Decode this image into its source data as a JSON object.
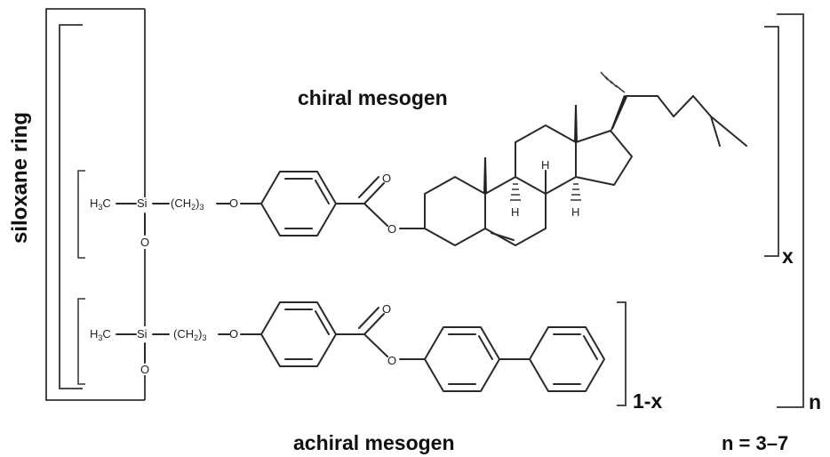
{
  "labels": {
    "siloxane_ring": "siloxane ring",
    "chiral_mesogen": "chiral mesogen",
    "achiral_mesogen": "achiral mesogen",
    "x": "x",
    "one_minus_x": "1-x",
    "n": "n",
    "n_range": "n = 3–7"
  },
  "atoms": {
    "h3c": "H",
    "h3c_sub": "3",
    "h3c_c": "C",
    "si": "Si",
    "o": "O",
    "ch2_open": "(CH",
    "ch2_sub": "2",
    "ch2_close": ")",
    "ch2_n": "3",
    "o_link": "O",
    "h": "H"
  }
}
